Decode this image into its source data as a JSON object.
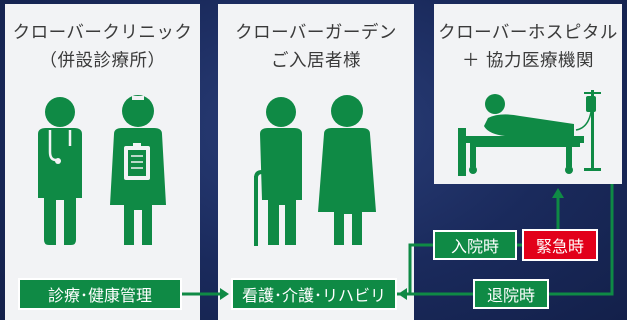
{
  "clinic": {
    "title_line1": "クローバークリニック",
    "title_line2": "（併設診療所）",
    "service_label": "診療･健康管理"
  },
  "garden": {
    "title_line1": "クローバーガーデン",
    "title_line2": "ご入居者様",
    "service_label": "看護･介護･リハビリ"
  },
  "hospital": {
    "title_line1": "クローバーホスピタル",
    "title_line2": "＋ 協力医療機関"
  },
  "flows": {
    "admission_label": "入院時",
    "emergency_label": "緊急時",
    "discharge_label": "退院時"
  },
  "colors": {
    "green": "#0f8a45",
    "red": "#e2001a",
    "panel": "#f2f3f5",
    "background": "#1a2a5c"
  },
  "icons": [
    "doctor-icon",
    "nurse-icon",
    "elderly-man-icon",
    "elderly-woman-icon",
    "hospital-bed-icon"
  ]
}
